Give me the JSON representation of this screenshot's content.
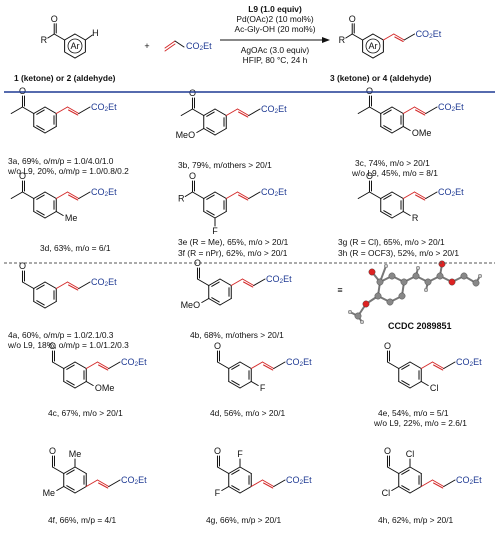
{
  "header": {
    "reactant_labels": [
      "1 (ketone) or 2 (aldehyde)"
    ],
    "product_label": "3 (ketone) or 4 (aldehyde)",
    "conditions": [
      "L9 (1.0 equiv)",
      "Pd(OAc)2 (10 mol%)",
      "Ac-Gly-OH (20 mol%)",
      "AgOAc (3.0 equiv)",
      "HFIP, 80 °C, 24 h"
    ]
  },
  "atoms": {
    "R": "R",
    "Ar": "Ar",
    "H": "H",
    "O": "O",
    "plus": "+",
    "ester": "CO2Et",
    "Me": "Me",
    "MeO": "MeO",
    "OMe": "OMe",
    "F": "F",
    "Cl": "Cl",
    "equiv": "≡"
  },
  "entries": [
    {
      "id": "3a",
      "lines": [
        "3a, 69%, o/m/p = 1.0/4.0/1.0",
        "w/o L9, 20%, o/m/p = 1.0/0.8/0.2"
      ]
    },
    {
      "id": "3b",
      "lines": [
        "3b, 79%, m/others > 20/1"
      ]
    },
    {
      "id": "3c",
      "lines": [
        "3c, 74%, m/o > 20/1",
        "w/o L9, 45%, m/o = 8/1"
      ]
    },
    {
      "id": "3d",
      "lines": [
        "3d, 63%, m/o = 6/1"
      ]
    },
    {
      "id": "3e",
      "lines": [
        "3e (R = Me), 65%, m/o > 20/1",
        "3f (R = nPr), 62%, m/o > 20/1"
      ]
    },
    {
      "id": "3g",
      "lines": [
        "3g (R = Cl), 65%, m/o > 20/1",
        "3h (R = OCF3), 52%, m/o > 20/1"
      ]
    },
    {
      "id": "4a",
      "lines": [
        "4a, 60%, o/m/p = 1.0/2.1/0.3",
        "w/o L9, 18%, o/m/p = 1.0/1.2/0.3"
      ]
    },
    {
      "id": "4b",
      "lines": [
        "4b, 68%, m/others > 20/1"
      ]
    },
    {
      "id": "4c",
      "lines": [
        "4c, 67%, m/o > 20/1"
      ]
    },
    {
      "id": "4d",
      "lines": [
        "4d, 56%, m/o > 20/1"
      ]
    },
    {
      "id": "4e",
      "lines": [
        "4e, 54%, m/o = 5/1",
        "w/o L9, 22%, m/o = 2.6/1"
      ]
    },
    {
      "id": "4f",
      "lines": [
        "4f, 66%, m/p = 4/1"
      ]
    },
    {
      "id": "4g",
      "lines": [
        "4g, 66%, m/p > 20/1"
      ]
    },
    {
      "id": "4h",
      "lines": [
        "4h, 62%, m/p > 20/1"
      ]
    }
  ],
  "ccdc": "CCDC 2089851",
  "colors": {
    "rule": "#1f3a93",
    "vinyl": "#d42a2a",
    "ester": "#1f3a93",
    "ink": "#111111"
  }
}
